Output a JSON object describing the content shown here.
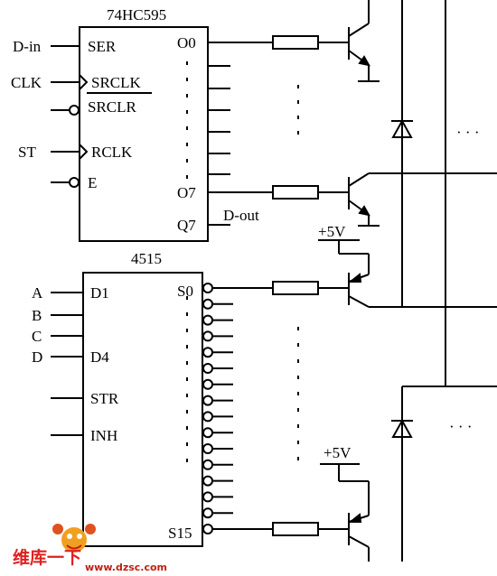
{
  "colors": {
    "line": "#000000",
    "background": "#ffffff",
    "watermark_text": "#e02020",
    "watermark_url": "#c02010",
    "watermark_mascot": "#f0a020"
  },
  "chip_595": {
    "title": "74HC595",
    "inputs": [
      "SER",
      "SRCLK",
      "SRCLR",
      "RCLK",
      "E"
    ],
    "outputs": [
      "O0",
      "O7",
      "Q7"
    ],
    "external_labels": [
      "D-in",
      "CLK",
      "ST"
    ],
    "serial_out_label": "D-out"
  },
  "chip_4515": {
    "title": "4515",
    "inputs": [
      "D1",
      "D4",
      "STR",
      "INH"
    ],
    "outputs": [
      "S0",
      "S15"
    ],
    "external_labels": [
      "A",
      "B",
      "C",
      "D"
    ]
  },
  "supply": {
    "label_top": "+5V",
    "label_bottom": "+5V"
  },
  "continuation": {
    "top": "· · ·",
    "bottom": "· · ·"
  },
  "watermark": {
    "text": "维库一下",
    "url": "www.dzsc.com",
    "mascot_icon": "mascot-logo-icon"
  }
}
